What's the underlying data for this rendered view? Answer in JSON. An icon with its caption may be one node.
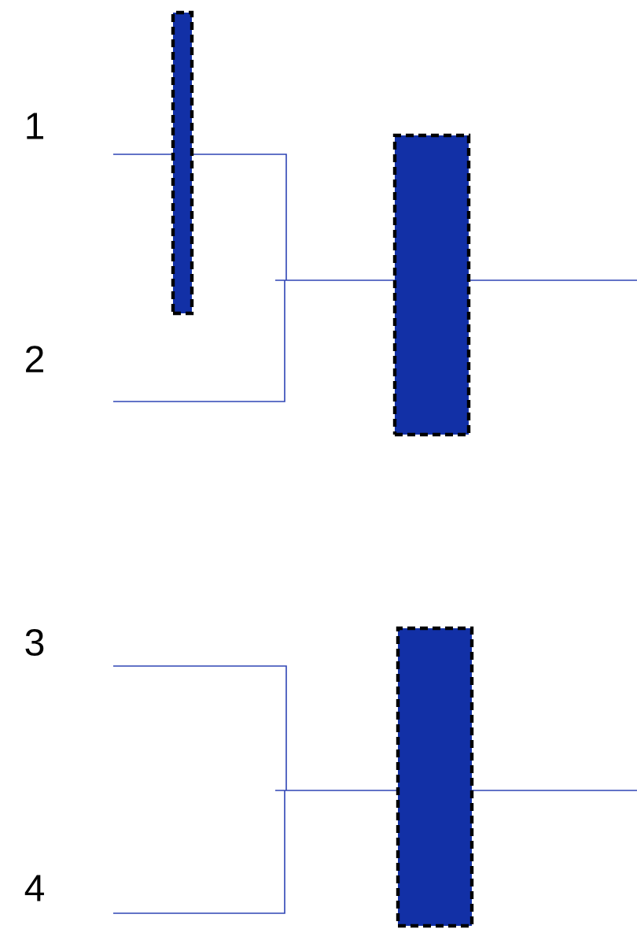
{
  "diagram": {
    "nodes": [
      {
        "text": [],
        "shape": "bar"
      },
      {
        "text": [],
        "shape": "bar"
      },
      {
        "text": [],
        "shape": "bar"
      }
    ],
    "labels": [
      "1",
      "2",
      "3",
      "4"
    ]
  }
}
